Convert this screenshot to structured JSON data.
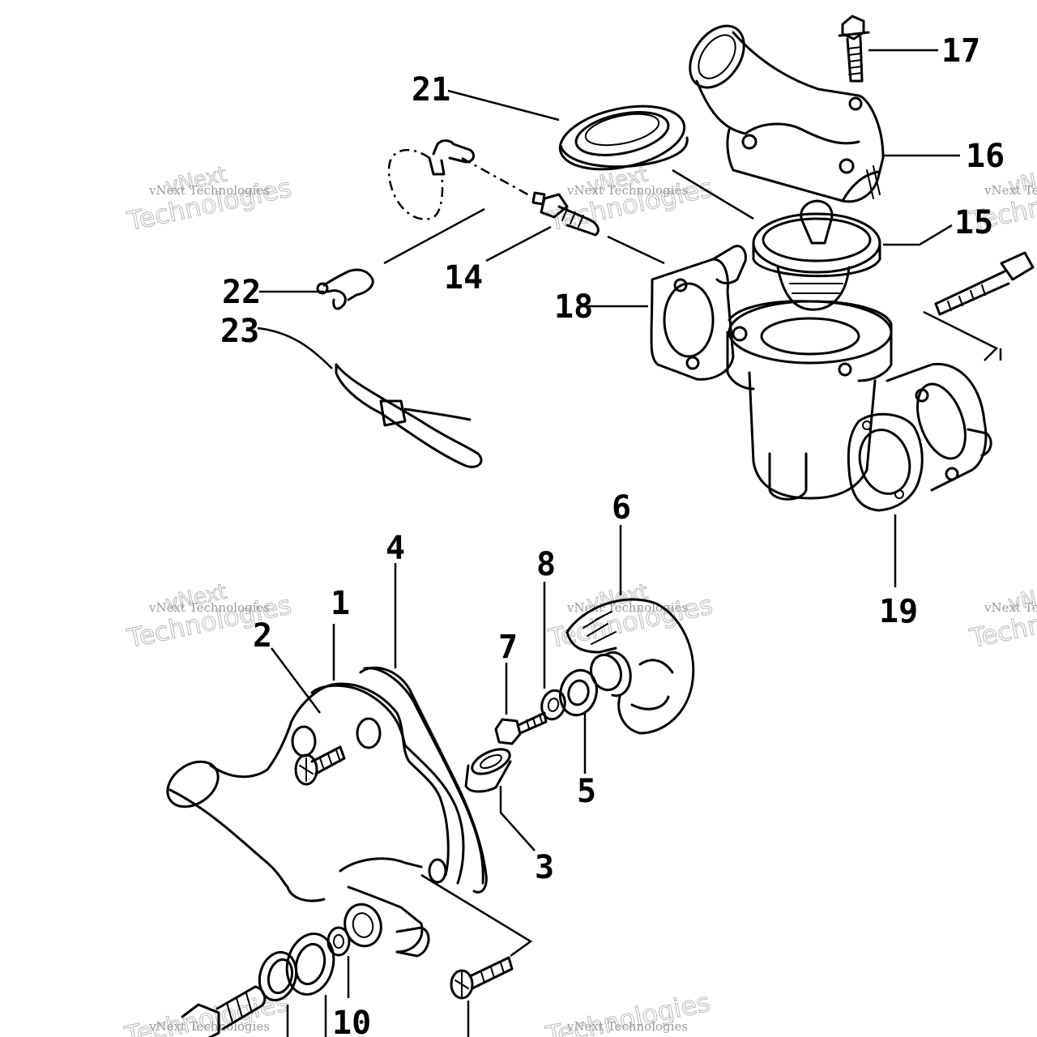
{
  "watermark": {
    "line1": "vNext",
    "line2": "Technologies",
    "caption": "vNext Technologies"
  },
  "callouts": [
    "1",
    "2",
    "3",
    "4",
    "5",
    "6",
    "7",
    "8",
    "10",
    "14",
    "15",
    "16",
    "17",
    "18",
    "19",
    "21",
    "22",
    "23"
  ]
}
